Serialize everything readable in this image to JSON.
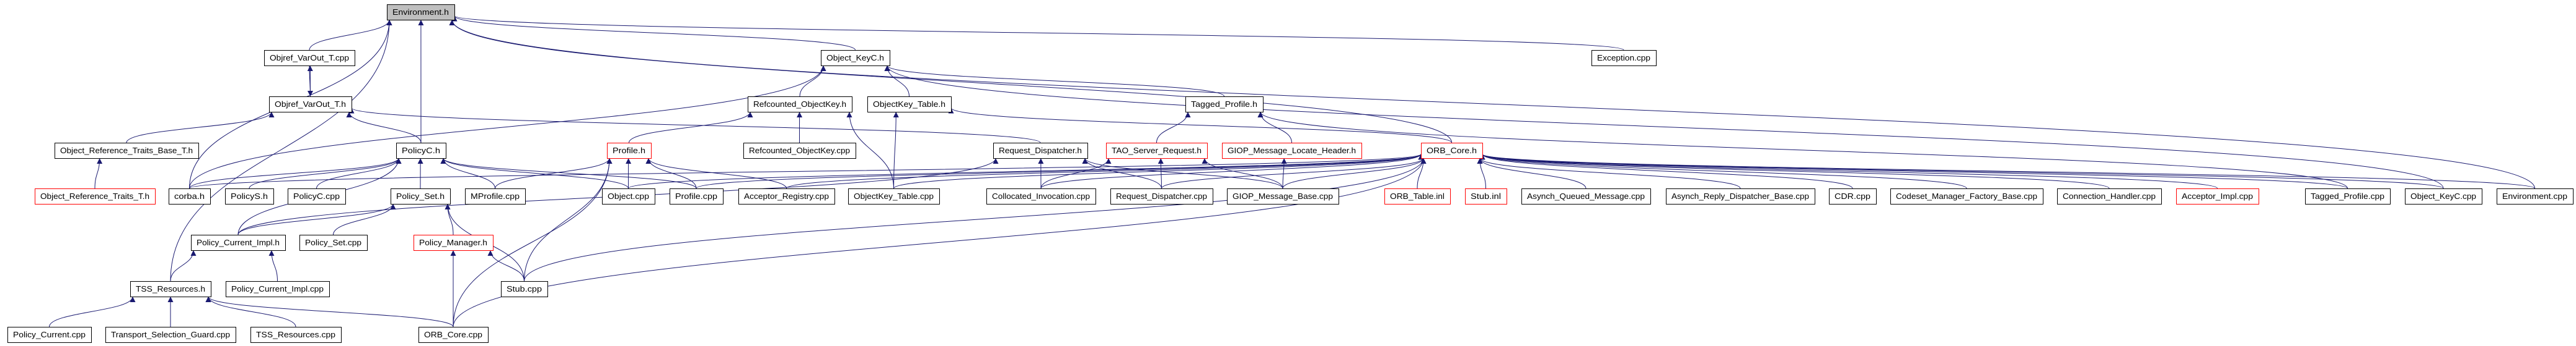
{
  "graph": {
    "nodes": [
      {
        "id": "env_h",
        "label": "Environment.h",
        "style": "root"
      },
      {
        "id": "objref_cpp",
        "label": "Objref_VarOut_T.cpp",
        "style": "normal"
      },
      {
        "id": "objkeyc_h",
        "label": "Object_KeyC.h",
        "style": "normal"
      },
      {
        "id": "exception_cpp",
        "label": "Exception.cpp",
        "style": "normal"
      },
      {
        "id": "objref_h",
        "label": "Objref_VarOut_T.h",
        "style": "normal"
      },
      {
        "id": "refcnt_h",
        "label": "Refcounted_ObjectKey.h",
        "style": "normal"
      },
      {
        "id": "okt_h",
        "label": "ObjectKey_Table.h",
        "style": "normal"
      },
      {
        "id": "tagged_h",
        "label": "Tagged_Profile.h",
        "style": "normal"
      },
      {
        "id": "ortb_h",
        "label": "Object_Reference_Traits_Base_T.h",
        "style": "normal"
      },
      {
        "id": "policyc_h",
        "label": "PolicyC.h",
        "style": "normal"
      },
      {
        "id": "profile_h",
        "label": "Profile.h",
        "style": "red"
      },
      {
        "id": "refcnt_cpp",
        "label": "Refcounted_ObjectKey.cpp",
        "style": "normal"
      },
      {
        "id": "reqdisp_h",
        "label": "Request_Dispatcher.h",
        "style": "normal"
      },
      {
        "id": "tsr_h",
        "label": "TAO_Server_Request.h",
        "style": "red"
      },
      {
        "id": "giopl_h",
        "label": "GIOP_Message_Locate_Header.h",
        "style": "red"
      },
      {
        "id": "orbcore_h",
        "label": "ORB_Core.h",
        "style": "red"
      },
      {
        "id": "ort_h",
        "label": "Object_Reference_Traits_T.h",
        "style": "red"
      },
      {
        "id": "corba_h",
        "label": "corba.h",
        "style": "normal"
      },
      {
        "id": "policys_h",
        "label": "PolicyS.h",
        "style": "normal"
      },
      {
        "id": "policyc_cpp",
        "label": "PolicyC.cpp",
        "style": "normal"
      },
      {
        "id": "policyset_h",
        "label": "Policy_Set.h",
        "style": "normal"
      },
      {
        "id": "mprofile_cpp",
        "label": "MProfile.cpp",
        "style": "normal"
      },
      {
        "id": "object_cpp",
        "label": "Object.cpp",
        "style": "normal"
      },
      {
        "id": "profile_cpp",
        "label": "Profile.cpp",
        "style": "normal"
      },
      {
        "id": "accreg_cpp",
        "label": "Acceptor_Registry.cpp",
        "style": "normal"
      },
      {
        "id": "okt_cpp",
        "label": "ObjectKey_Table.cpp",
        "style": "normal"
      },
      {
        "id": "colloc_cpp",
        "label": "Collocated_Invocation.cpp",
        "style": "normal"
      },
      {
        "id": "reqdisp_cpp",
        "label": "Request_Dispatcher.cpp",
        "style": "normal"
      },
      {
        "id": "giopb_cpp",
        "label": "GIOP_Message_Base.cpp",
        "style": "normal"
      },
      {
        "id": "orbtable_inl",
        "label": "ORB_Table.inl",
        "style": "red"
      },
      {
        "id": "stub_inl",
        "label": "Stub.inl",
        "style": "red"
      },
      {
        "id": "aqm_cpp",
        "label": "Asynch_Queued_Message.cpp",
        "style": "normal"
      },
      {
        "id": "ardb_cpp",
        "label": "Asynch_Reply_Dispatcher_Base.cpp",
        "style": "normal"
      },
      {
        "id": "cdr_cpp",
        "label": "CDR.cpp",
        "style": "normal"
      },
      {
        "id": "cmfb_cpp",
        "label": "Codeset_Manager_Factory_Base.cpp",
        "style": "normal"
      },
      {
        "id": "connh_cpp",
        "label": "Connection_Handler.cpp",
        "style": "normal"
      },
      {
        "id": "accimpl_cpp",
        "label": "Acceptor_Impl.cpp",
        "style": "red"
      },
      {
        "id": "tagged_cpp",
        "label": "Tagged_Profile.cpp",
        "style": "normal"
      },
      {
        "id": "objkeyc_cpp",
        "label": "Object_KeyC.cpp",
        "style": "normal"
      },
      {
        "id": "env_cpp",
        "label": "Environment.cpp",
        "style": "normal"
      },
      {
        "id": "pci_h",
        "label": "Policy_Current_Impl.h",
        "style": "normal"
      },
      {
        "id": "policyset_cpp",
        "label": "Policy_Set.cpp",
        "style": "normal"
      },
      {
        "id": "policymgr_h",
        "label": "Policy_Manager.h",
        "style": "red"
      },
      {
        "id": "tss_h",
        "label": "TSS_Resources.h",
        "style": "normal"
      },
      {
        "id": "pci_cpp",
        "label": "Policy_Current_Impl.cpp",
        "style": "normal"
      },
      {
        "id": "stub_cpp",
        "label": "Stub.cpp",
        "style": "normal"
      },
      {
        "id": "pc_cpp",
        "label": "Policy_Current.cpp",
        "style": "normal"
      },
      {
        "id": "tsg_cpp",
        "label": "Transport_Selection_Guard.cpp",
        "style": "normal"
      },
      {
        "id": "tss_cpp",
        "label": "TSS_Resources.cpp",
        "style": "normal"
      },
      {
        "id": "orbcore_cpp",
        "label": "ORB_Core.cpp",
        "style": "normal"
      }
    ],
    "edges": [
      [
        "objref_cpp",
        "env_h"
      ],
      [
        "objkeyc_h",
        "env_h"
      ],
      [
        "exception_cpp",
        "env_h"
      ],
      [
        "policyc_h",
        "env_h"
      ],
      [
        "tss_h",
        "env_h"
      ],
      [
        "corba_h",
        "env_h"
      ],
      [
        "orbcore_h",
        "env_h"
      ],
      [
        "env_cpp",
        "env_h"
      ],
      [
        "objref_h",
        "objref_cpp"
      ],
      [
        "objref_cpp",
        "objref_h"
      ],
      [
        "ortb_h",
        "objref_h"
      ],
      [
        "policyc_h",
        "objref_h"
      ],
      [
        "reqdisp_h",
        "objref_h"
      ],
      [
        "ort_h",
        "ortb_h"
      ],
      [
        "corba_h",
        "policyc_h"
      ],
      [
        "policys_h",
        "policyc_h"
      ],
      [
        "policyc_cpp",
        "policyc_h"
      ],
      [
        "policyset_h",
        "policyc_h"
      ],
      [
        "pci_h",
        "policyc_h"
      ],
      [
        "mprofile_cpp",
        "policyc_h"
      ],
      [
        "object_cpp",
        "policyc_h"
      ],
      [
        "profile_cpp",
        "policyc_h"
      ],
      [
        "corba_h",
        "objkeyc_h"
      ],
      [
        "pci_h",
        "policyset_h"
      ],
      [
        "policyset_cpp",
        "policyset_h"
      ],
      [
        "policymgr_h",
        "policyset_h"
      ],
      [
        "stub_cpp",
        "policyset_h"
      ],
      [
        "tss_h",
        "pci_h"
      ],
      [
        "pci_cpp",
        "pci_h"
      ],
      [
        "pc_cpp",
        "tss_h"
      ],
      [
        "tsg_cpp",
        "tss_h"
      ],
      [
        "tss_cpp",
        "tss_h"
      ],
      [
        "orbcore_cpp",
        "tss_h"
      ],
      [
        "orbcore_cpp",
        "policymgr_h"
      ],
      [
        "stub_cpp",
        "policymgr_h"
      ],
      [
        "refcnt_h",
        "objkeyc_h"
      ],
      [
        "okt_h",
        "objkeyc_h"
      ],
      [
        "tagged_h",
        "objkeyc_h"
      ],
      [
        "objkeyc_cpp",
        "objkeyc_h"
      ],
      [
        "profile_h",
        "refcnt_h"
      ],
      [
        "refcnt_cpp",
        "refcnt_h"
      ],
      [
        "okt_cpp",
        "refcnt_h"
      ],
      [
        "mprofile_cpp",
        "profile_h"
      ],
      [
        "object_cpp",
        "profile_h"
      ],
      [
        "profile_cpp",
        "profile_h"
      ],
      [
        "accreg_cpp",
        "profile_h"
      ],
      [
        "stub_cpp",
        "profile_h"
      ],
      [
        "orbcore_cpp",
        "profile_h"
      ],
      [
        "okt_cpp",
        "okt_h"
      ],
      [
        "orbcore_h",
        "okt_h"
      ],
      [
        "tsr_h",
        "tagged_h"
      ],
      [
        "giopl_h",
        "tagged_h"
      ],
      [
        "tagged_cpp",
        "tagged_h"
      ],
      [
        "colloc_cpp",
        "reqdisp_h"
      ],
      [
        "reqdisp_cpp",
        "reqdisp_h"
      ],
      [
        "giopb_cpp",
        "reqdisp_h"
      ],
      [
        "pci_h",
        "reqdisp_h"
      ],
      [
        "colloc_cpp",
        "tsr_h"
      ],
      [
        "reqdisp_cpp",
        "tsr_h"
      ],
      [
        "giopb_cpp",
        "tsr_h"
      ],
      [
        "giopb_cpp",
        "giopl_h"
      ],
      [
        "object_cpp",
        "orbcore_h"
      ],
      [
        "profile_cpp",
        "orbcore_h"
      ],
      [
        "accreg_cpp",
        "orbcore_h"
      ],
      [
        "okt_cpp",
        "orbcore_h"
      ],
      [
        "colloc_cpp",
        "orbcore_h"
      ],
      [
        "reqdisp_cpp",
        "orbcore_h"
      ],
      [
        "giopb_cpp",
        "orbcore_h"
      ],
      [
        "orbtable_inl",
        "orbcore_h"
      ],
      [
        "stub_inl",
        "orbcore_h"
      ],
      [
        "aqm_cpp",
        "orbcore_h"
      ],
      [
        "ardb_cpp",
        "orbcore_h"
      ],
      [
        "cdr_cpp",
        "orbcore_h"
      ],
      [
        "cmfb_cpp",
        "orbcore_h"
      ],
      [
        "connh_cpp",
        "orbcore_h"
      ],
      [
        "accimpl_cpp",
        "orbcore_h"
      ],
      [
        "tagged_cpp",
        "orbcore_h"
      ],
      [
        "objkeyc_cpp",
        "orbcore_h"
      ],
      [
        "env_cpp",
        "orbcore_h"
      ],
      [
        "stub_cpp",
        "orbcore_h"
      ],
      [
        "orbcore_cpp",
        "orbcore_h"
      ],
      [
        "corba_h",
        "orbcore_h"
      ]
    ]
  },
  "colors": {
    "edge": "#191970",
    "highlight": "#ff0000",
    "root_fill": "#bfbfbf"
  }
}
